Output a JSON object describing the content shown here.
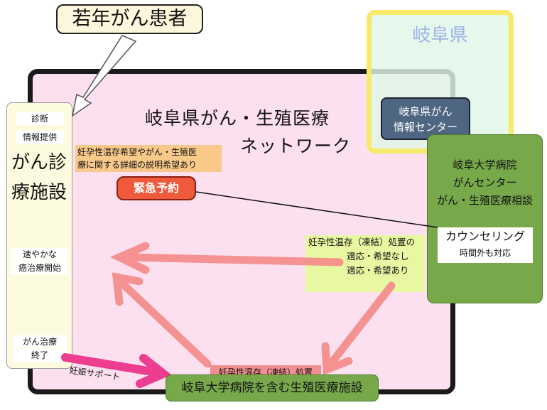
{
  "patient": {
    "label": "若年がん患者"
  },
  "prefecture": {
    "label": "岐阜県"
  },
  "network": {
    "title_line1": "岐阜県がん・生殖医療",
    "title_line2": "ネットワーク"
  },
  "info_center": {
    "line1": "岐阜県がん",
    "line2": "情報センター"
  },
  "diagnosis_facility": {
    "diagnosis": "診断",
    "info_provision": "情報提供",
    "name_line1": "がん診",
    "name_line2": "療施設",
    "quick_start_line1": "速やかな",
    "quick_start_line2": "癌治療開始",
    "end_line1": "がん治療",
    "end_line2": "終了"
  },
  "hospital": {
    "line1": "岐阜大学病院",
    "line2": "がんセンター",
    "line3": "がん・生殖医療相談",
    "counseling": "カウンセリング",
    "after_hours": "時間外も対応"
  },
  "orange_note": {
    "line1": "妊孕性温存希望やがん・生殖医",
    "line2": "療に関する詳細の説明希望あり"
  },
  "urgent": {
    "label": "緊急予約"
  },
  "green_note": {
    "line1": "妊孕性温存（凍結）処置の",
    "line2": "適応・希望なし",
    "line3": "適応・希望あり"
  },
  "bottom_facility": {
    "label": "岐阜大学病院を含む生殖医療施設",
    "preservation_label": "妊孕性温存（凍結）処置"
  },
  "pregnancy_support": {
    "label": "妊娠サポート"
  },
  "colors": {
    "frame_fill": "#fde0ef",
    "yellow_border": "#f7ea6b",
    "hospital_green": "#77a94b",
    "salmon_arrow": "#f48a88",
    "magenta_arrow": "#ec3d90",
    "urgent_red": "#ef5a3c"
  }
}
